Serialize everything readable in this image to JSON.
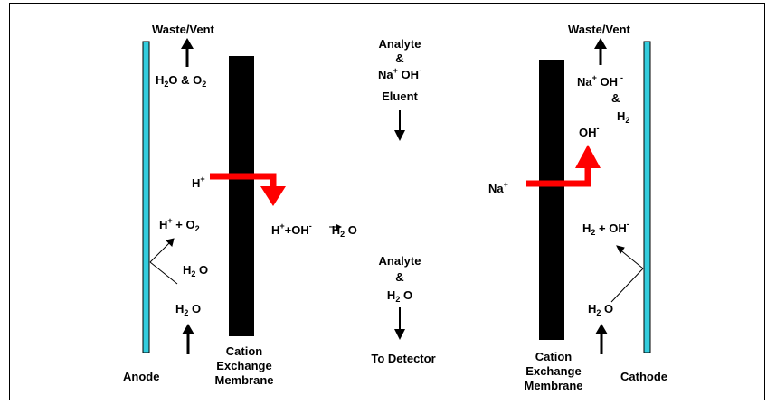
{
  "colors": {
    "electrode": "#33ccdd",
    "membrane": "#000000",
    "flow_arrow": "#ff0000",
    "text": "#000000"
  },
  "left_cell": {
    "waste_vent": "Waste/Vent",
    "products": {
      "h": "H",
      "two": "2",
      "o_and": "O & O",
      "o2sub": "2"
    },
    "h_plus": {
      "h": "H",
      "plus": "+"
    },
    "h_plus_o2": {
      "h": "H",
      "plus": "+",
      "o": " + O",
      "sub": "2"
    },
    "water_mid": {
      "h": "H",
      "sub": "2",
      "o": " O"
    },
    "water_in": {
      "h": "H",
      "sub": "2",
      "o": " O"
    },
    "anode": "Anode",
    "membrane": {
      "line1": "Cation",
      "line2": "Exchange",
      "line3": "Membrane"
    }
  },
  "center": {
    "analyte_top": "Analyte",
    "amp_top": "&",
    "na_oh": {
      "na": "Na",
      "plus": "+",
      "oh": " OH",
      "minus": "-"
    },
    "eluent": "Eluent",
    "neutralization": {
      "h": "H",
      "plus": "+",
      "plus2": "+",
      "oh": "OH",
      "minus": "-",
      "arrow": " →",
      "h2": "H",
      "sub": "2",
      "o": " O"
    },
    "analyte_bottom": "Analyte",
    "amp_bottom": "&",
    "water": {
      "h": "H",
      "sub": "2",
      "o": " O"
    },
    "to_detector": "To Detector"
  },
  "right_cell": {
    "waste_vent": "Waste/Vent",
    "na_oh": {
      "na": "Na",
      "plus": "+",
      "oh": " OH",
      "minus": "-"
    },
    "amp": "&",
    "h2": {
      "h": "H",
      "sub": "2"
    },
    "oh_minus": {
      "oh": "OH",
      "minus": "-"
    },
    "na_plus": {
      "na": "Na",
      "plus": "+"
    },
    "h2_oh": {
      "h": "H",
      "sub": "2",
      "plus": " + OH",
      "minus": "-"
    },
    "water_in": {
      "h": "H",
      "sub": "2",
      "o": " O"
    },
    "cathode": "Cathode",
    "membrane": {
      "line1": "Cation",
      "line2": "Exchange",
      "line3": "Membrane"
    }
  }
}
